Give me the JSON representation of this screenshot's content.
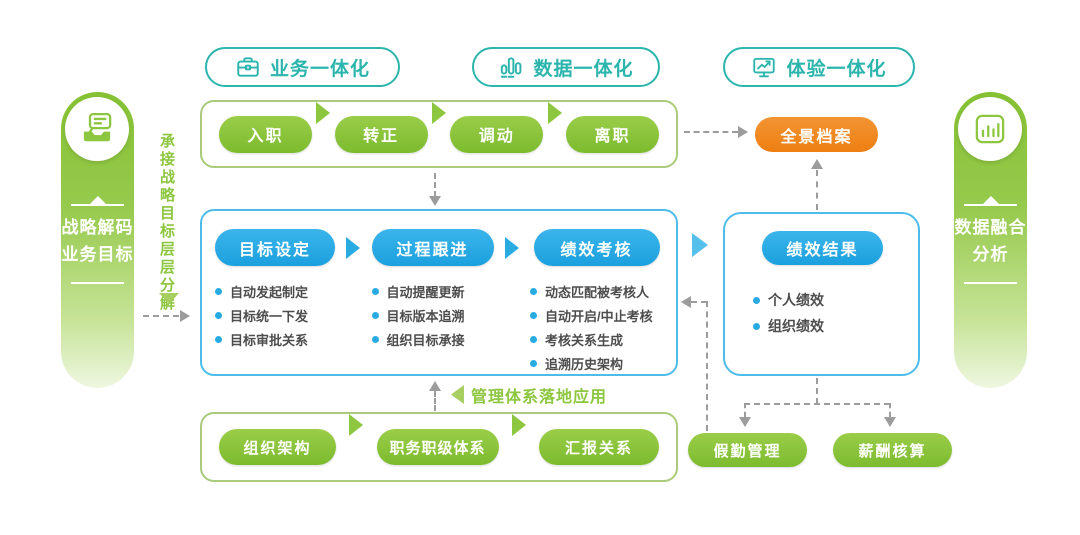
{
  "header_badges": [
    {
      "label": "业务一体化",
      "icon": "briefcase-icon"
    },
    {
      "label": "数据一体化",
      "icon": "data-bars-icon"
    },
    {
      "label": "体验一体化",
      "icon": "monitor-trend-icon"
    }
  ],
  "left_rail": {
    "line1": "战略解码",
    "line2": "业务目标",
    "vertical_note": "承接战略目标层层分解"
  },
  "right_rail": {
    "line1": "数据融合",
    "line2": "分析"
  },
  "employee_lifecycle": {
    "stages": [
      "入职",
      "转正",
      "调动",
      "离职"
    ]
  },
  "archive_pill": "全景档案",
  "performance_process": {
    "columns": [
      {
        "title": "目标设定",
        "items": [
          "自动发起制定",
          "目标统一下发",
          "目标审批关系"
        ]
      },
      {
        "title": "过程跟进",
        "items": [
          "自动提醒更新",
          "目标版本追溯",
          "组织目标承接"
        ]
      },
      {
        "title": "绩效考核",
        "items": [
          "动态匹配被考核人",
          "自动开启/中止考核",
          "考核关系生成",
          "追溯历史架构"
        ]
      }
    ]
  },
  "performance_result": {
    "title": "绩效结果",
    "items": [
      "个人绩效",
      "组织绩效"
    ]
  },
  "org_foundation": {
    "stages": [
      "组织架构",
      "职务职级体系",
      "汇报关系"
    ],
    "caption": "管理体系落地应用"
  },
  "side_modules": [
    "假勤管理",
    "薪酬核算"
  ],
  "colors": {
    "green": "#8DC63F",
    "olive_border": "#A9CB7B",
    "blue": "#29ABE2",
    "blue_border": "#4DBCE9",
    "orange": "#F0861A",
    "teal": "#2BB5AD",
    "text_dark": "#4D4D4D",
    "arrow_gray": "#9C9C9C"
  }
}
